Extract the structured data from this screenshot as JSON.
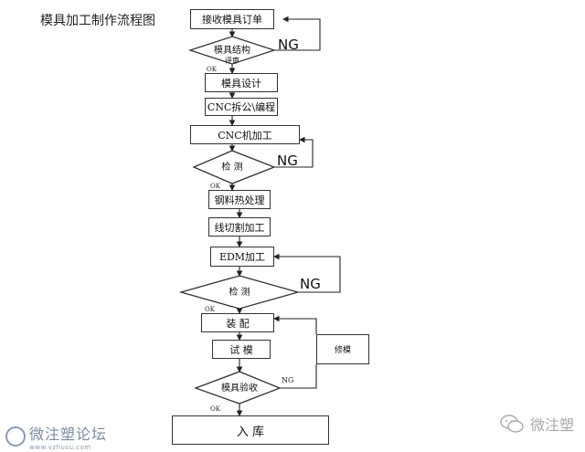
{
  "title": "模具加工制作流程图",
  "steps": {
    "receive_order": "接收模具订单",
    "structure_review_line1": "模具结构",
    "structure_review_line2": "评审",
    "mold_design": "模具设计",
    "cnc_programming": "CNC拆公\\编程",
    "cnc_machining": "CNC机加工",
    "inspection1": "检   测",
    "steel_heat": "钢料热处理",
    "wire_cutting": "线切割加工",
    "edm": "EDM加工",
    "inspection2": "检   测",
    "assembly": "装   配",
    "trial": "试   模",
    "acceptance": "模具验收",
    "storage": "入       库",
    "repair": "修模"
  },
  "labels": {
    "ng": "NG",
    "ok": "OK"
  },
  "watermarks": {
    "left_name": "微注塑论坛",
    "left_url": "www.vzhusu.com",
    "right_name": "微注塑"
  }
}
